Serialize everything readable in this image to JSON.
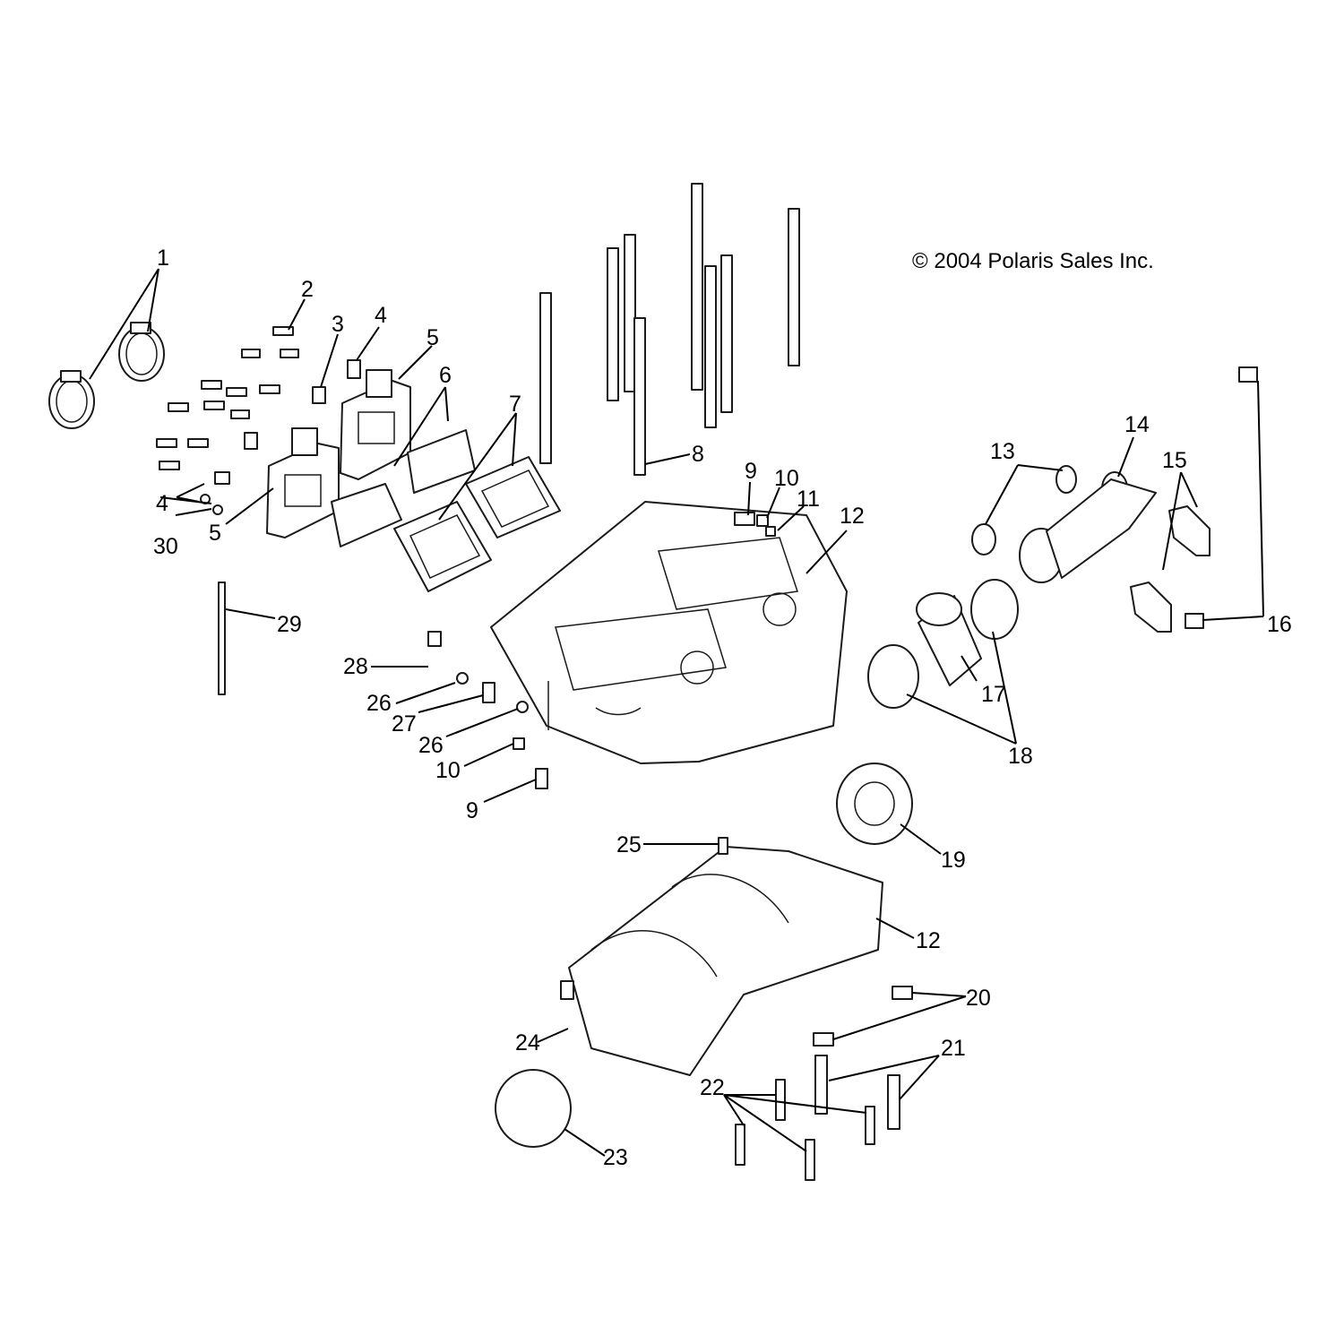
{
  "copyright": "© 2004 Polaris Sales Inc.",
  "callouts": [
    "1",
    "2",
    "3",
    "4",
    "5",
    "6",
    "7",
    "8",
    "9",
    "10",
    "11",
    "12",
    "13",
    "14",
    "15",
    "16",
    "17",
    "18",
    "19",
    "20",
    "21",
    "22",
    "23",
    "24",
    "25",
    "26",
    "27",
    "28",
    "29",
    "30"
  ]
}
